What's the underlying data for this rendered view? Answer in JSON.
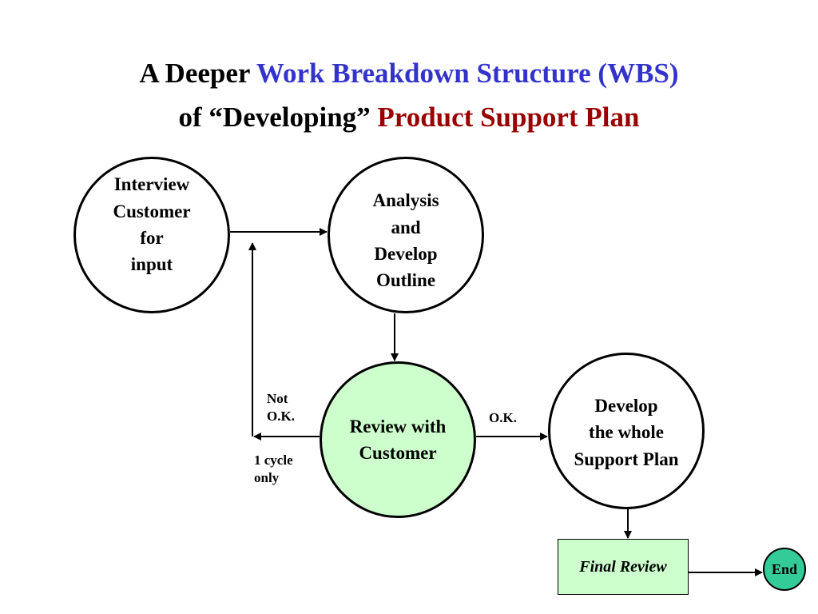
{
  "title": {
    "line1_black": "A Deeper",
    "line1_blue": "Work Breakdown Structure (WBS)",
    "line2_black": "of “Developing”",
    "line2_red": "Product Support Plan"
  },
  "nodes": {
    "interview": "Interview\nCustomer\nfor\ninput",
    "analysis": "Analysis\nand\nDevelop\nOutline",
    "review": "Review with\nCustomer",
    "develop": "Develop\nthe whole\nSupport Plan",
    "final_review": "Final Review",
    "end": "End"
  },
  "labels": {
    "not_ok": "Not\nO.K.",
    "ok": "O.K.",
    "cycle": "1 cycle\nonly"
  },
  "colors": {
    "title_blue": "#3333cc",
    "title_red": "#990000",
    "review_fill": "#ccffcc",
    "final_review_fill": "#ccffcc",
    "end_fill": "#33cc99"
  }
}
